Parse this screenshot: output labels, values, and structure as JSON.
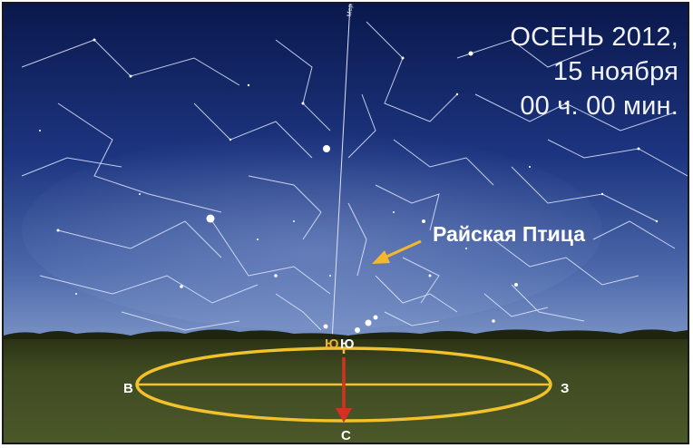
{
  "caption": {
    "line1": "ОСЕНЬ 2012,",
    "line2": "15 ноября",
    "line3": "00 ч. 00 мин."
  },
  "labels": {
    "constellation": "Райская Птица",
    "meridian": "Мери"
  },
  "directions": {
    "south_highlight": "Ю",
    "south": "Ю",
    "east": "В",
    "west": "З",
    "north": "С"
  },
  "colors": {
    "sky_top": "#0b1a52",
    "sky_bottom": "#5e79b8",
    "ground": "#3f4a22",
    "horizon_ellipse": "#f1c22c",
    "arrow_red": "#d6311f",
    "pointer_arrow": "#f5b82a",
    "constellation_lines": "#dfe8ff"
  }
}
